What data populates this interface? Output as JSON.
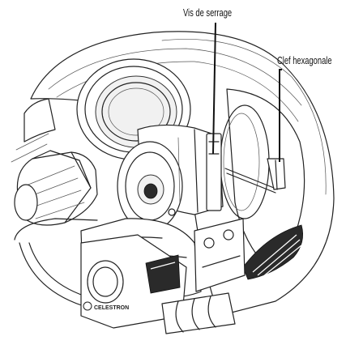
{
  "labels": {
    "clamp_screw": "Vis de serrage",
    "hex_key": "Clef hexagonale"
  },
  "brand": {
    "logo_text": "CELESTRON"
  },
  "colors": {
    "line": "#222222",
    "background": "#ffffff",
    "dark_fill": "#2a2a2a"
  }
}
